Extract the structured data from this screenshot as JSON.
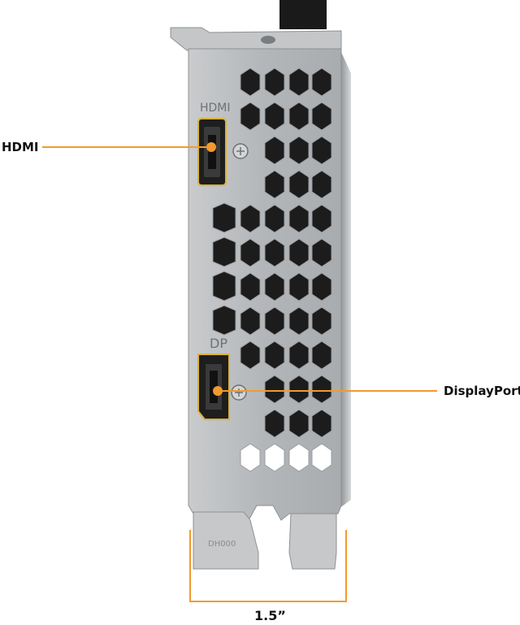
{
  "callouts": {
    "hdmi": "HDMI",
    "displayport": "DisplayPort",
    "width": "1.5”"
  },
  "bracket": {
    "hdmi_engraving": "HDMI",
    "dp_engraving": "DP",
    "model_engraving": "DH000"
  },
  "colors": {
    "accent": "#F29A2E",
    "bracket": "#b9bcbf",
    "shadow": "#3a3a3a"
  },
  "icons": [
    "hdmi-port",
    "displayport-port",
    "ground-screw"
  ]
}
